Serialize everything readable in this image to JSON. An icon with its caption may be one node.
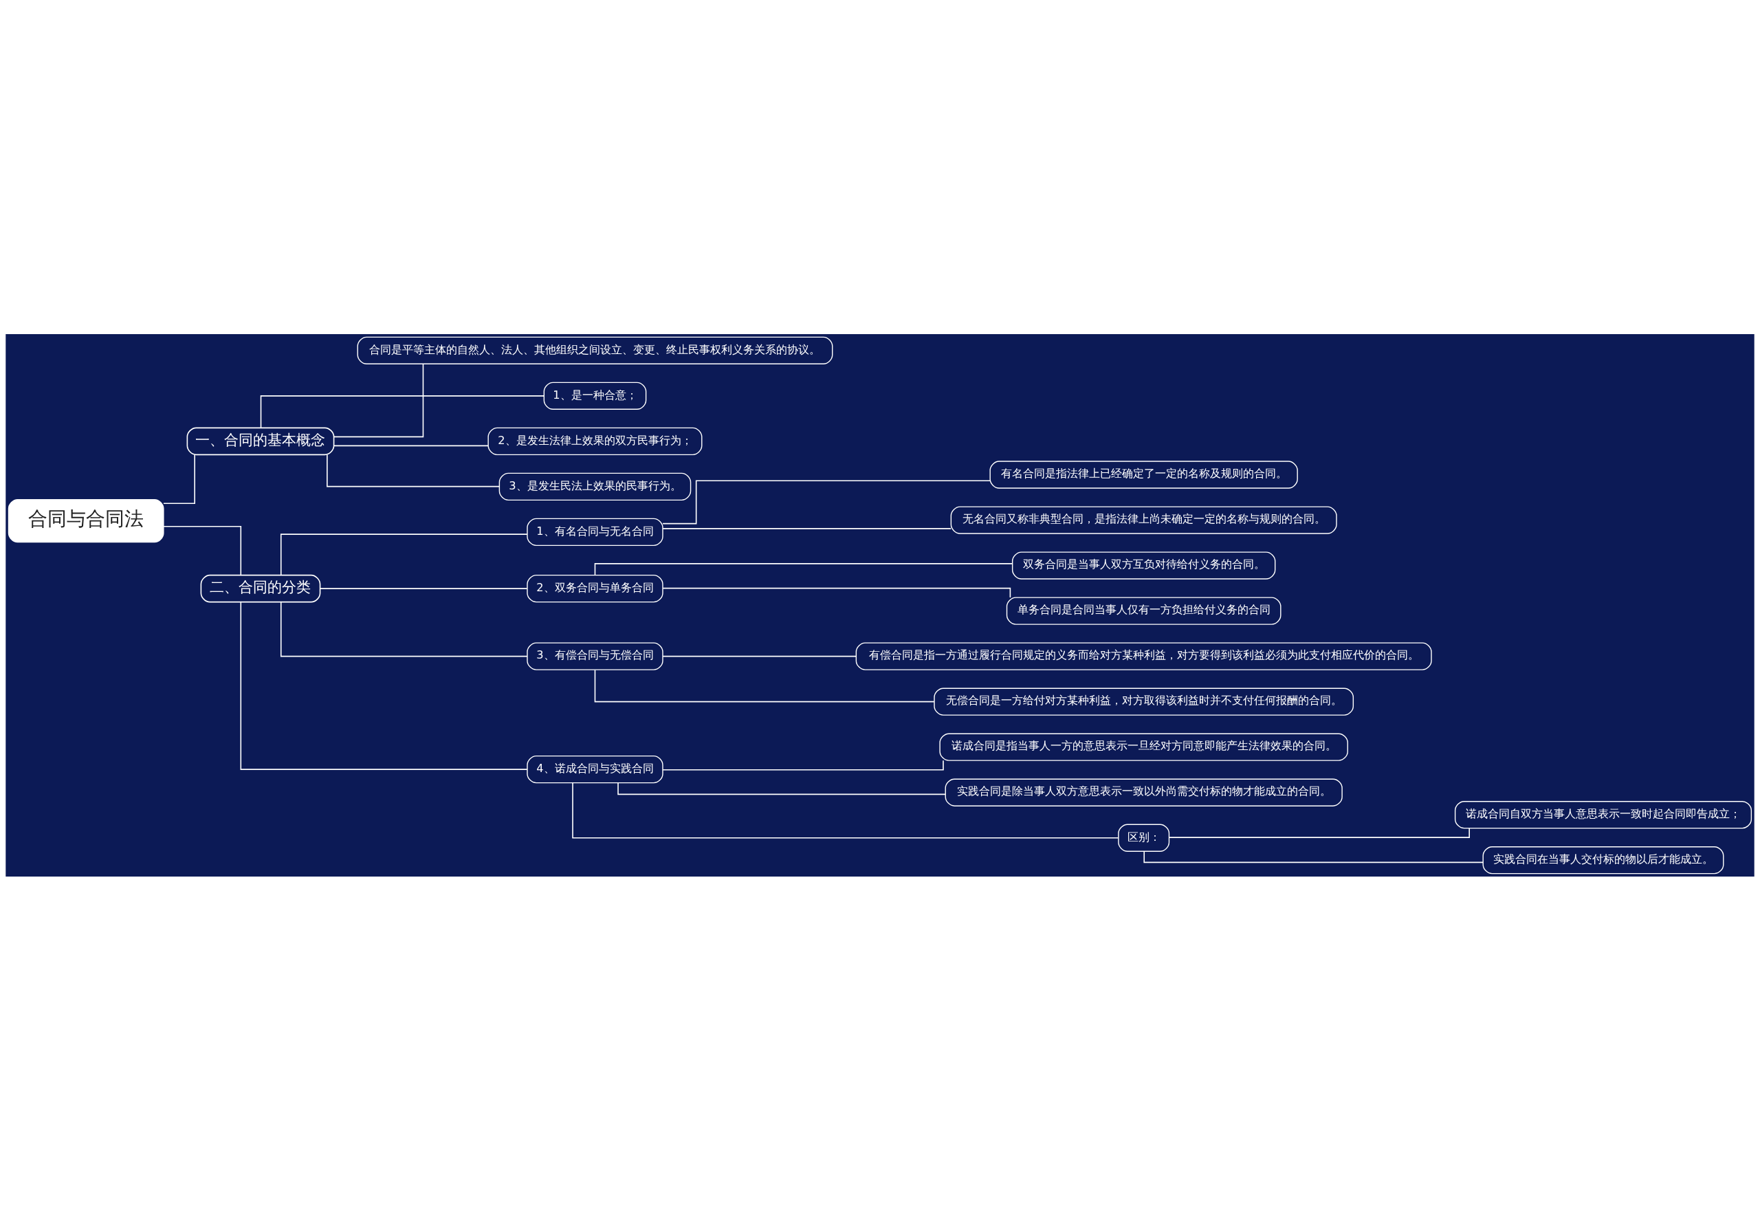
{
  "diagram": {
    "nodes": [
      {
        "text": [
          "合同与合同法"
        ]
      },
      {
        "text": [
          "一、合同的基本概念"
        ]
      },
      {
        "text": [
          "合同是平等主体的自然人、法人、其他组织之间设立、变更、终止民事权利义务关系的协议。"
        ]
      },
      {
        "text": [
          "1、是一种合意；"
        ]
      },
      {
        "text": [
          "2、是发生法律上效果的双方民事行为；"
        ]
      },
      {
        "text": [
          "3、是发生民法上效果的民事行为。"
        ]
      },
      {
        "text": [
          "二、合同的分类"
        ]
      },
      {
        "text": [
          "1、有名合同与无名合同"
        ]
      },
      {
        "text": [
          "有名合同是指法律上已经确定了一定的名称及规则的合同。"
        ]
      },
      {
        "text": [
          "无名合同又称非典型合同，是指法律上尚未确定一定的名称与规则的合同。"
        ]
      },
      {
        "text": [
          "2、双务合同与单务合同"
        ]
      },
      {
        "text": [
          "双务合同是当事人双方互负对待给付义务的合同。"
        ]
      },
      {
        "text": [
          "单务合同是合同当事人仅有一方负担给付义务的合同"
        ]
      },
      {
        "text": [
          "3、有偿合同与无偿合同"
        ]
      },
      {
        "text": [
          "有偿合同是指一方通过履行合同规定的义务而给对方某种利益，对方要得到该利益必须为此支付相应代价的合同。"
        ]
      },
      {
        "text": [
          "无偿合同是一方给付对方某种利益，对方取得该利益时并不支付任何报酬的合同。"
        ]
      },
      {
        "text": [
          "4、诺成合同与实践合同"
        ]
      },
      {
        "text": [
          "诺成合同是指当事人一方的意思表示一旦经对方同意即能产生法律效果的合同。"
        ]
      },
      {
        "text": [
          "实践合同是除当事人双方意思表示一致以外尚需交付标的物才能成立的合同。"
        ]
      },
      {
        "text": [
          "区别："
        ]
      },
      {
        "text": [
          "诺成合同自双方当事人意思表示一致时起合同即告成立；"
        ]
      },
      {
        "text": [
          "实践合同在当事人交付标的物以后才能成立。"
        ]
      }
    ],
    "edges": [
      {
        "from": 0,
        "to": 1,
        "arrow": "none"
      },
      {
        "from": 1,
        "to": 2,
        "arrow": "none"
      },
      {
        "from": 1,
        "to": 3,
        "arrow": "none"
      },
      {
        "from": 1,
        "to": 4,
        "arrow": "none"
      },
      {
        "from": 1,
        "to": 5,
        "arrow": "none"
      },
      {
        "from": 0,
        "to": 6,
        "arrow": "none"
      },
      {
        "from": 6,
        "to": 7,
        "arrow": "none"
      },
      {
        "from": 7,
        "to": 8,
        "arrow": "none"
      },
      {
        "from": 7,
        "to": 9,
        "arrow": "none"
      },
      {
        "from": 6,
        "to": 10,
        "arrow": "none"
      },
      {
        "from": 10,
        "to": 11,
        "arrow": "none"
      },
      {
        "from": 10,
        "to": 12,
        "arrow": "none"
      },
      {
        "from": 6,
        "to": 13,
        "arrow": "none"
      },
      {
        "from": 13,
        "to": 14,
        "arrow": "none"
      },
      {
        "from": 13,
        "to": 15,
        "arrow": "none"
      },
      {
        "from": 6,
        "to": 16,
        "arrow": "none"
      },
      {
        "from": 16,
        "to": 17,
        "arrow": "none"
      },
      {
        "from": 16,
        "to": 18,
        "arrow": "none"
      },
      {
        "from": 16,
        "to": 19,
        "arrow": "none"
      },
      {
        "from": 19,
        "to": 20,
        "arrow": "none"
      },
      {
        "from": 19,
        "to": 21,
        "arrow": "none"
      }
    ]
  }
}
